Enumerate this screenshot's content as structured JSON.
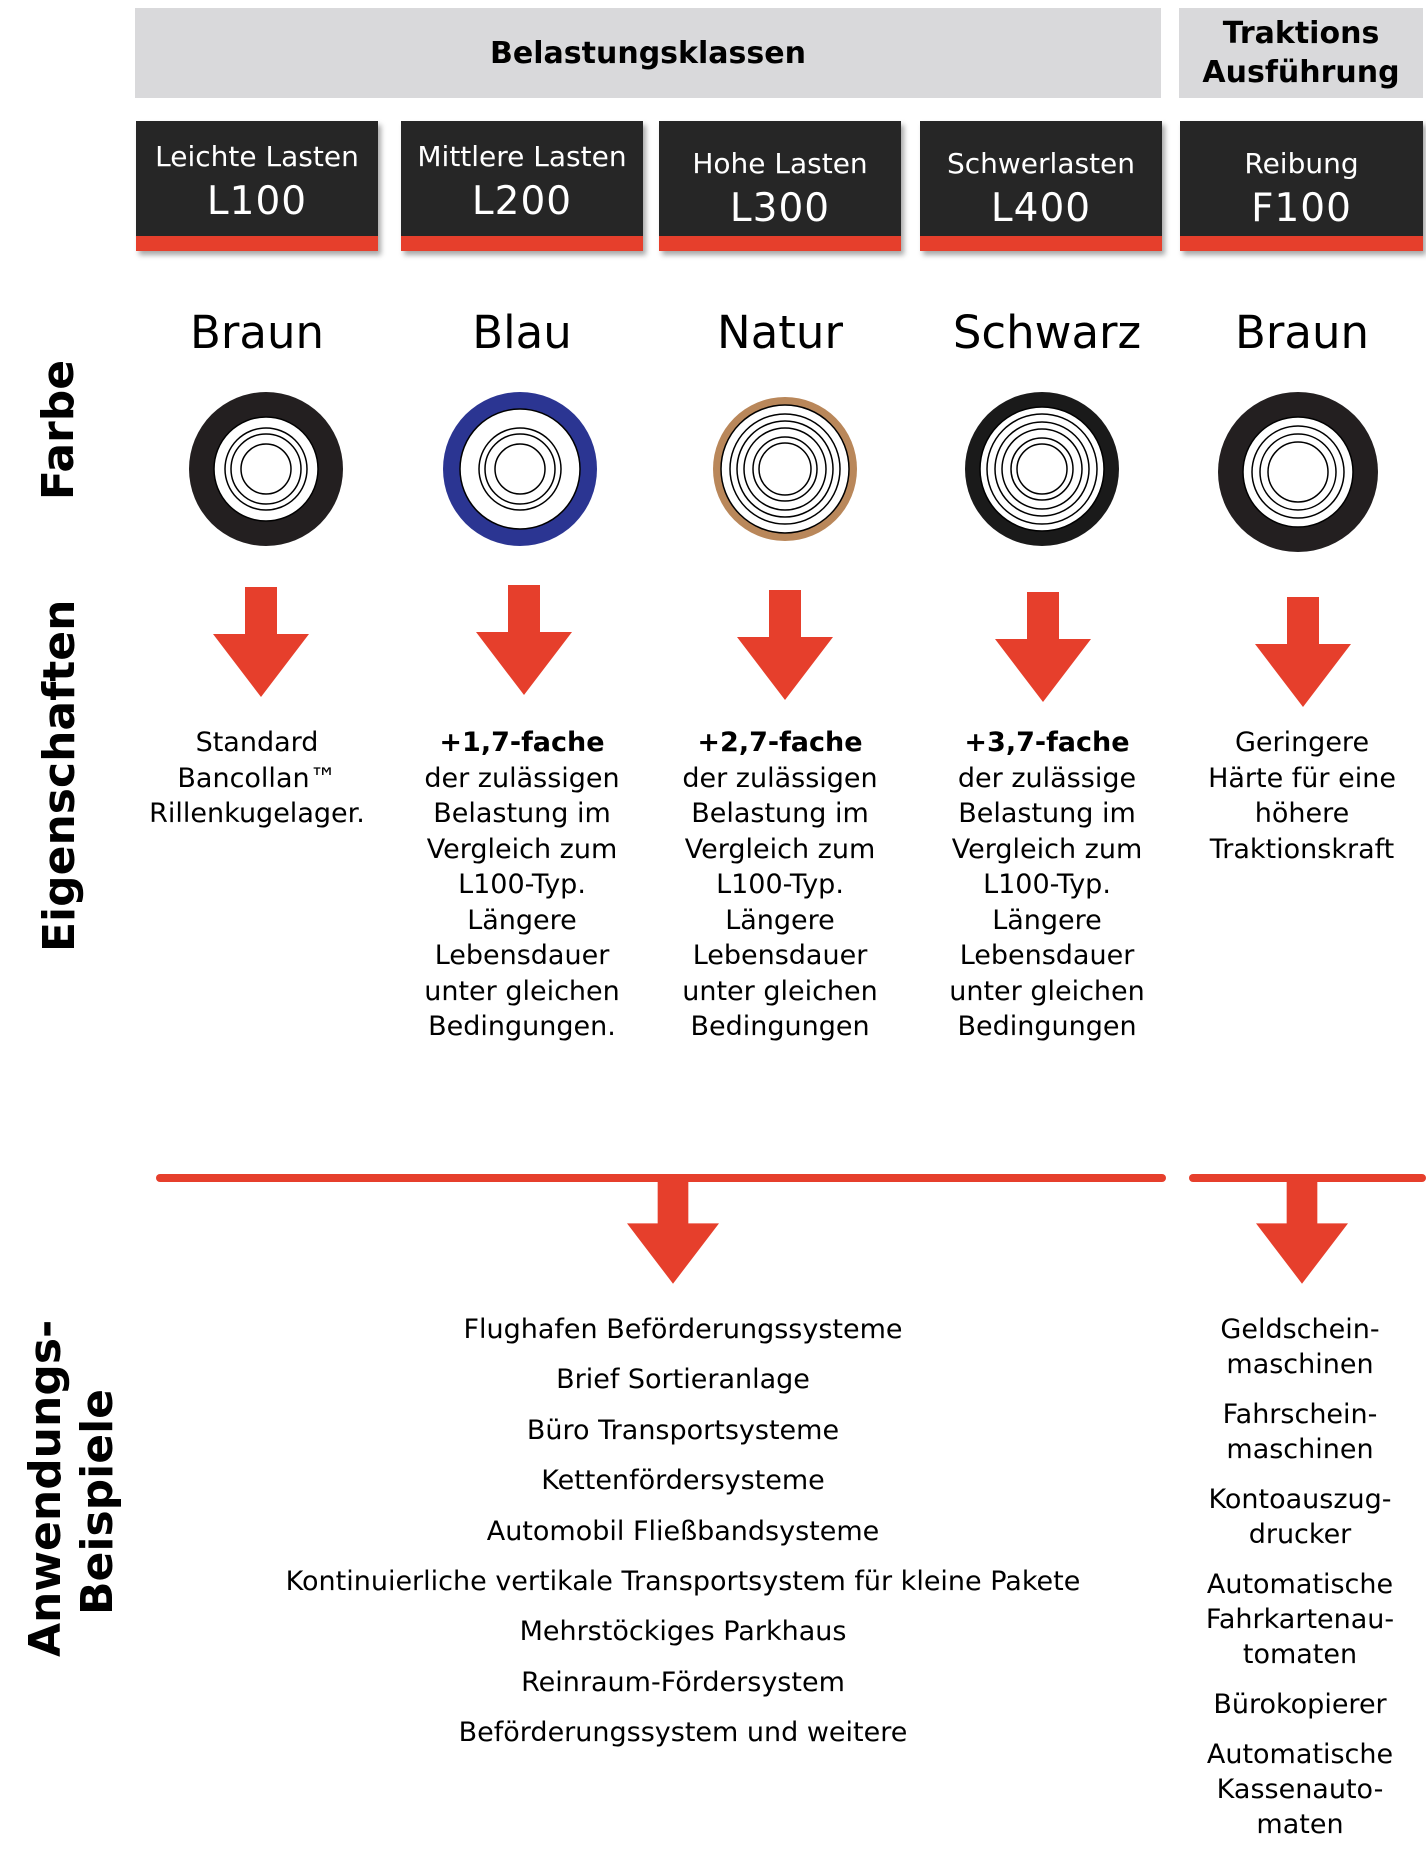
{
  "header": {
    "belastung_title": "Belastungsklassen",
    "traktion_title_line1": "Traktions",
    "traktion_title_line2": "Ausführung"
  },
  "side_titles": {
    "farbe": "Farbe",
    "eigenschaften": "Eigenschaften",
    "anwendung_line1": "Anwendungs-",
    "anwendung_line2": "Beispiele"
  },
  "classes": [
    {
      "name": "Leichte Lasten",
      "code": "L100",
      "color_name": "Braun",
      "ring_color": "#231f20",
      "prop_bold": "",
      "prop_lines": [
        "Standard",
        "Bancollan™",
        "Rillenkugelager."
      ]
    },
    {
      "name": "Mittlere Lasten",
      "code": "L200",
      "color_name": "Blau",
      "ring_color": "#2b3592",
      "prop_bold": "+1,7-fache",
      "prop_lines": [
        "der zulässigen",
        "Belastung im",
        "Vergleich zum",
        "L100-Typ.",
        "Längere",
        "Lebensdauer",
        "unter gleichen",
        "Bedingungen."
      ]
    },
    {
      "name": "Hohe Lasten",
      "code": "L300",
      "color_name": "Natur",
      "ring_color": "#b9875a",
      "prop_bold": "+2,7-fache",
      "prop_lines": [
        "der zulässigen",
        "Belastung im",
        "Vergleich zum",
        "L100-Typ.",
        "Längere",
        "Lebensdauer",
        "unter gleichen",
        "Bedingungen"
      ]
    },
    {
      "name": "Schwerlasten",
      "code": "L400",
      "color_name": "Schwarz",
      "ring_color": "#1a1a1a",
      "prop_bold": "+3,7-fache",
      "prop_lines": [
        "der zulässige",
        "Belastung im",
        "Vergleich zum",
        "L100-Typ.",
        "Längere",
        "Lebensdauer",
        "unter gleichen",
        "Bedingungen"
      ]
    },
    {
      "name": "Reibung",
      "code": "F100",
      "color_name": "Braun",
      "ring_color": "#231f20",
      "prop_bold": "",
      "prop_lines": [
        "Geringere",
        "Härte für eine",
        "höhere",
        "Traktionskraft"
      ]
    }
  ],
  "applications": [
    "Flughafen Beförderungssysteme",
    "Brief Sortieranlage",
    "Büro Transportsysteme",
    "Kettenfördersysteme",
    "Automobil Fließbandsysteme",
    "Kontinuierliche vertikale Transportsystem für kleine Pakete",
    "Mehrstöckiges Parkhaus",
    "Reinraum-Fördersystem",
    "Beförderungssystem und weitere"
  ],
  "traction_applications": [
    [
      "Geldschein-",
      "maschinen"
    ],
    [
      "Fahrschein-",
      "maschinen"
    ],
    [
      "Kontoauszug-",
      "drucker"
    ],
    [
      "Automatische",
      "Fahrkartenau-",
      "tomaten"
    ],
    [
      "Bürokopierer"
    ],
    [
      "Automatische",
      "Kassenauto-",
      "maten"
    ]
  ],
  "colors": {
    "accent_red": "#e63f2c",
    "box_dark": "#262626",
    "header_gray": "#d9d9db"
  }
}
